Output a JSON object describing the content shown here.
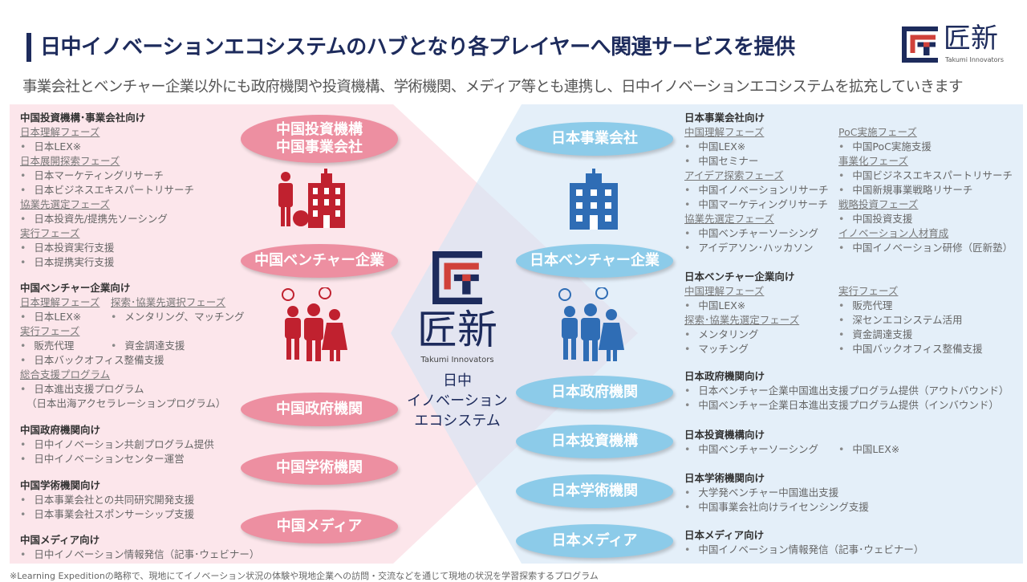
{
  "header": {
    "title": "日中イノベーションエコシステムのハブとなり各プレイヤーへ関連サービスを提供",
    "subtitle": "事業会社とベンチャー企業以外にも政府機関や投資機構、学術機関、メディア等とも連携し、日中イノベーションエコシステムを拡充していきます",
    "logo_kanji": "匠新",
    "logo_en": "Takumi Innovators"
  },
  "colors": {
    "navy": "#1d2b5c",
    "red": "#d0413a",
    "pink_pill": "#ed8fa1",
    "blue_pill": "#8ccbe9",
    "pink_icon": "#c0212f",
    "blue_icon": "#2f6db5"
  },
  "center": {
    "logo_kanji": "匠新",
    "logo_en": "Takumi Innovators",
    "line1": "日中",
    "line2": "イノベーション",
    "line3": "エコシステム"
  },
  "left_pills": [
    "中国投資機構\n中国事業会社",
    "中国ベンチャー企業",
    "中国政府機関",
    "中国学術機関",
    "中国メディア"
  ],
  "right_pills": [
    "日本事業会社",
    "日本ベンチャー企業",
    "日本政府機関",
    "日本投資機構",
    "日本学術機関",
    "日本メディア"
  ],
  "left_blocks": [
    {
      "rows": [
        [
          [
            "h",
            "中国投資機構･事業会社向け"
          ]
        ],
        [
          [
            "p",
            "日本理解フェーズ"
          ]
        ],
        [
          [
            "b",
            "日本LEX※"
          ]
        ],
        [
          [
            "p",
            "日本展開探索フェーズ"
          ]
        ],
        [
          [
            "b",
            "日本マーケティングリサーチ"
          ]
        ],
        [
          [
            "b",
            "日本ビジネスエキスパートリサーチ"
          ]
        ],
        [
          [
            "p",
            "協業先選定フェーズ"
          ]
        ],
        [
          [
            "b",
            "日本投資先/提携先ソーシング"
          ]
        ],
        [
          [
            "p",
            "実行フェーズ"
          ]
        ],
        [
          [
            "b",
            "日本投資実行支援"
          ]
        ],
        [
          [
            "b",
            "日本提携実行支援"
          ]
        ]
      ]
    },
    {
      "rows": [
        [
          [
            "h",
            "中国ベンチャー企業向け"
          ]
        ],
        [
          [
            "p",
            "日本理解フェーズ"
          ],
          [
            "p",
            "探索･協業先選択フェーズ"
          ]
        ],
        [
          [
            "b",
            "日本LEX※"
          ],
          [
            "b",
            "メンタリング、マッチング"
          ]
        ],
        [
          [
            "p",
            "実行フェーズ"
          ]
        ],
        [
          [
            "b",
            "販売代理"
          ],
          [
            "b",
            "資金調達支援"
          ]
        ],
        [
          [
            "b",
            "日本バックオフィス整備支援"
          ]
        ],
        [
          [
            "p",
            "総合支援プログラム"
          ]
        ],
        [
          [
            "b",
            "日本進出支援プログラム"
          ]
        ],
        [
          [
            "c",
            "（日本出海アクセラレーションプログラム）"
          ]
        ]
      ]
    },
    {
      "rows": [
        [
          [
            "h",
            "中国政府機関向け"
          ]
        ],
        [
          [
            "b",
            "日中イノベーション共創プログラム提供"
          ]
        ],
        [
          [
            "b",
            "日中イノベーションセンター運営"
          ]
        ]
      ]
    },
    {
      "rows": [
        [
          [
            "h",
            "中国学術機関向け"
          ]
        ],
        [
          [
            "b",
            "日本事業会社との共同研究開発支援"
          ]
        ],
        [
          [
            "b",
            "日本事業会社スポンサーシップ支援"
          ]
        ]
      ]
    },
    {
      "rows": [
        [
          [
            "h",
            "中国メディア向け"
          ]
        ],
        [
          [
            "b",
            "日中イノベーション情報発信（記事･ウェビナー）"
          ]
        ]
      ]
    }
  ],
  "right_blocks": [
    {
      "rows": [
        [
          [
            "h",
            "日本事業会社向け"
          ]
        ],
        [
          [
            "p",
            "中国理解フェーズ"
          ],
          [
            "p",
            "PoC実施フェーズ"
          ]
        ],
        [
          [
            "b",
            "中国LEX※"
          ],
          [
            "b",
            "中国PoC実施支援"
          ]
        ],
        [
          [
            "b",
            "中国セミナー"
          ],
          [
            "p",
            "事業化フェーズ"
          ]
        ],
        [
          [
            "p",
            "アイデア探索フェーズ"
          ],
          [
            "b",
            "中国ビジネスエキスパートリサーチ"
          ]
        ],
        [
          [
            "b",
            "中国イノベーションリサーチ"
          ],
          [
            "b",
            "中国新規事業戦略リサーチ"
          ]
        ],
        [
          [
            "b",
            "中国マーケティングリサーチ"
          ],
          [
            "p",
            "戦略投資フェーズ"
          ]
        ],
        [
          [
            "p",
            "協業先選定フェーズ"
          ],
          [
            "b",
            "中国投資支援"
          ]
        ],
        [
          [
            "b",
            "中国ベンチャーソーシング"
          ],
          [
            "p",
            "イノベーション人材育成"
          ]
        ],
        [
          [
            "b",
            "アイデアソン･ハッカソン"
          ],
          [
            "b",
            "中国イノベーション研修（匠新塾）"
          ]
        ]
      ]
    },
    {
      "rows": [
        [
          [
            "h",
            "日本ベンチャー企業向け"
          ]
        ],
        [
          [
            "p",
            "中国理解フェーズ"
          ],
          [
            "p",
            "実行フェーズ"
          ]
        ],
        [
          [
            "b",
            "中国LEX※"
          ],
          [
            "b",
            "販売代理"
          ]
        ],
        [
          [
            "p",
            "探索･協業先選定フェーズ"
          ],
          [
            "b",
            "深センエコシステム活用"
          ]
        ],
        [
          [
            "b",
            "メンタリング"
          ],
          [
            "b",
            "資金調達支援"
          ]
        ],
        [
          [
            "b",
            "マッチング"
          ],
          [
            "b",
            "中国バックオフィス整備支援"
          ]
        ]
      ]
    },
    {
      "rows": [
        [
          [
            "h",
            "日本政府機関向け"
          ]
        ],
        [
          [
            "b",
            "日本ベンチャー企業中国進出支援プログラム提供（アウトバウンド）"
          ]
        ],
        [
          [
            "b",
            "中国ベンチャー企業日本進出支援プログラム提供（インバウンド）"
          ]
        ]
      ]
    },
    {
      "rows": [
        [
          [
            "h",
            "日本投資機構向け"
          ]
        ],
        [
          [
            "b",
            "中国ベンチャーソーシング"
          ],
          [
            "b",
            "中国LEX※"
          ]
        ]
      ]
    },
    {
      "rows": [
        [
          [
            "h",
            "日本学術機関向け"
          ]
        ],
        [
          [
            "b",
            "大学発ベンチャー中国進出支援"
          ]
        ],
        [
          [
            "b",
            "中国事業会社向けライセンシング支援"
          ]
        ]
      ]
    },
    {
      "rows": [
        [
          [
            "h",
            "日本メディア向け"
          ]
        ],
        [
          [
            "b",
            "中国イノベーション情報発信（記事･ウェビナー）"
          ]
        ]
      ]
    }
  ],
  "footnote": "※Learning Expeditionの略称で、現地にてイノベーション状況の体験や現地企業への訪問・交流などを通じて現地の状況を学習探索するプログラム"
}
